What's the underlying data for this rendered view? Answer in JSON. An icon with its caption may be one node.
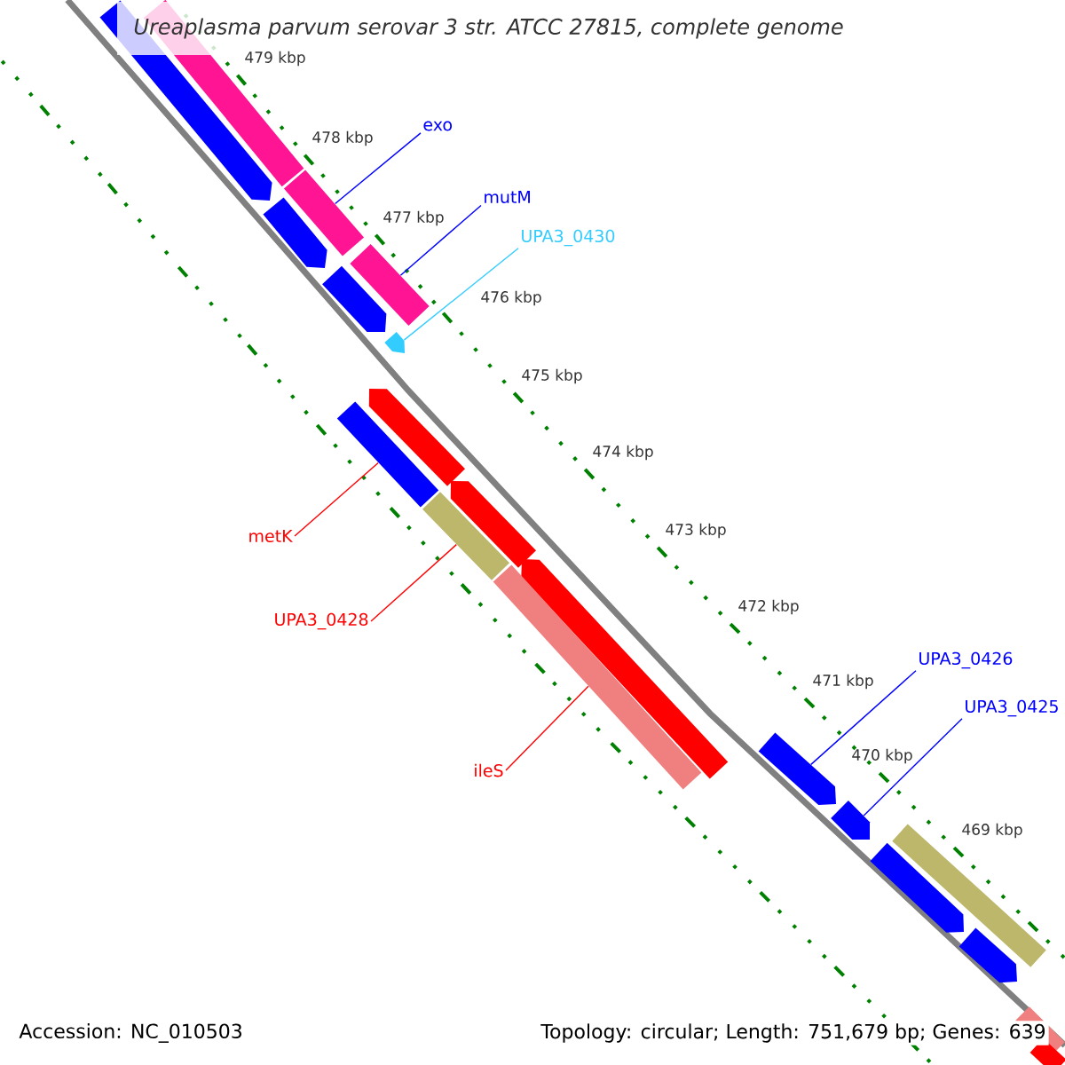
{
  "diagram": {
    "title": "Ureaplasma parvum serovar 3 str. ATCC 27815, complete genome",
    "nodes": [
      {
        "text": [
          "exo"
        ]
      },
      {
        "text": [
          "mutM"
        ]
      },
      {
        "text": [
          "UPA3_0430"
        ]
      },
      {
        "text": [
          "metK"
        ]
      },
      {
        "text": [
          "UPA3_0428"
        ]
      },
      {
        "text": [
          "ileS"
        ]
      },
      {
        "text": [
          "UPA3_0426"
        ]
      },
      {
        "text": [
          "UPA3_0425"
        ]
      },
      {
        "text": [],
        "shape": "arrow"
      },
      {
        "text": [],
        "shape": "bar"
      },
      {
        "text": [],
        "shape": "arrow"
      },
      {
        "text": [],
        "shape": "bar"
      },
      {
        "text": [],
        "shape": "arrow"
      },
      {
        "text": [],
        "shape": "bar"
      },
      {
        "text": [],
        "shape": "arrow"
      },
      {
        "text": [],
        "shape": "arrow"
      },
      {
        "text": [],
        "shape": "bar"
      },
      {
        "text": [],
        "shape": "arrow"
      },
      {
        "text": [],
        "shape": "bar"
      },
      {
        "text": [],
        "shape": "arrow"
      },
      {
        "text": [],
        "shape": "bar"
      },
      {
        "text": [],
        "shape": "arrow"
      },
      {
        "text": [],
        "shape": "arrow"
      },
      {
        "text": [],
        "shape": "bar"
      },
      {
        "text": [],
        "shape": "arrow"
      },
      {
        "text": [],
        "shape": "arrow"
      },
      {
        "text": [],
        "shape": "bar"
      },
      {
        "text": [],
        "shape": "bar"
      }
    ],
    "edges": [
      {
        "from": 0,
        "to": 11,
        "arrow": "none"
      },
      {
        "from": 1,
        "to": 13,
        "arrow": "none"
      },
      {
        "from": 2,
        "to": 14,
        "arrow": "none",
        "color": "#33ccff"
      },
      {
        "from": 3,
        "to": 16,
        "arrow": "none",
        "color": "#ff0000"
      },
      {
        "from": 4,
        "to": 18,
        "arrow": "none",
        "color": "#ff0000"
      },
      {
        "from": 5,
        "to": 20,
        "arrow": "none",
        "color": "#ff0000"
      },
      {
        "from": 6,
        "to": 21,
        "arrow": "none"
      },
      {
        "from": 7,
        "to": 22,
        "arrow": "none"
      }
    ],
    "labels": [
      "479 kbp",
      "478 kbp",
      "477 kbp",
      "476 kbp",
      "475 kbp",
      "474 kbp",
      "473 kbp",
      "472 kbp",
      "471 kbp",
      "470 kbp",
      "469 kbp",
      "Accession: NC_010503",
      "Topology: circular; Length: 751,679 bp; Genes: 639"
    ]
  }
}
